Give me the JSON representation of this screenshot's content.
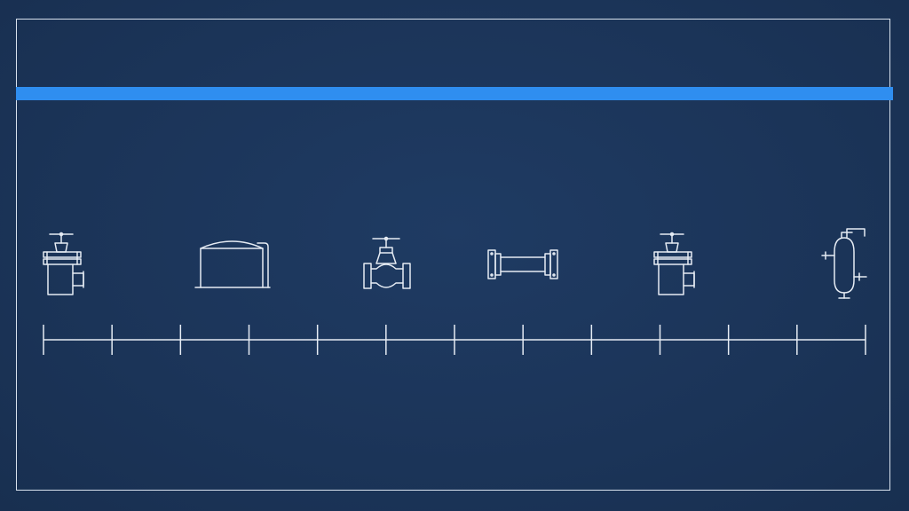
{
  "colors": {
    "background": "#1c365a",
    "line": "#e6ecf4",
    "accent_bar": "#2f8ef0"
  },
  "symbols": [
    {
      "id": "strainer-valve-1",
      "icon": "strainer-valve-icon"
    },
    {
      "id": "storage-tank",
      "icon": "storage-tank-icon"
    },
    {
      "id": "globe-valve",
      "icon": "globe-valve-icon"
    },
    {
      "id": "flanged-pipe",
      "icon": "flanged-pipe-icon"
    },
    {
      "id": "strainer-valve-2",
      "icon": "strainer-valve-icon"
    },
    {
      "id": "separator-vessel",
      "icon": "separator-vessel-icon"
    }
  ],
  "timeline": {
    "segments": 12
  }
}
